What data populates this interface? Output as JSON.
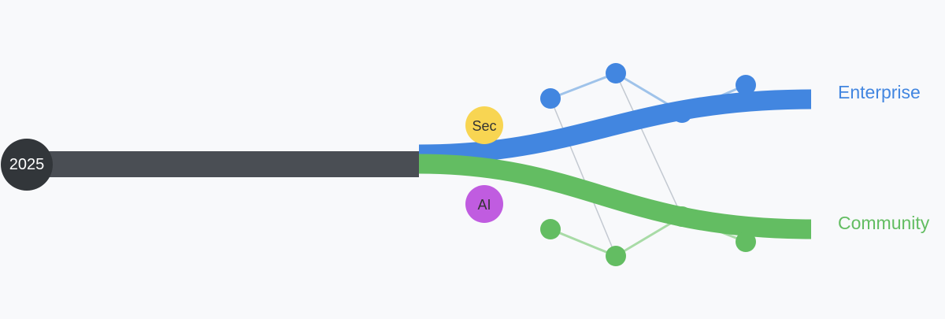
{
  "start_node": {
    "label": "2025"
  },
  "badges": [
    {
      "id": "sec",
      "label": "Sec"
    },
    {
      "id": "ai",
      "label": "AI"
    }
  ],
  "branches": [
    {
      "id": "enterprise",
      "label": "Enterprise"
    },
    {
      "id": "community",
      "label": "Community"
    }
  ],
  "colors": {
    "background": "#f8f9fb",
    "trunk": "#4a4e54",
    "start_node": "#32363a",
    "start_node_text": "#ffffff",
    "enterprise": "#4286e0",
    "enterprise_link": "#9fc3ea",
    "community": "#63bd62",
    "community_link": "#a8dba6",
    "cross_link": "#c3c9d1",
    "sec_badge": "#f8d552",
    "ai_badge": "#c05ce0",
    "badge_text": "#333333"
  }
}
